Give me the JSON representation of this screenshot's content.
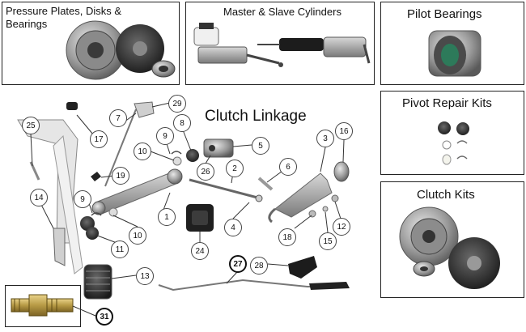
{
  "panels": {
    "pressure_plates": "Pressure Plates, Disks &\nBearings",
    "master_slave": "Master & Slave Cylinders",
    "pilot_bearings": "Pilot Bearings",
    "pivot_repair": "Pivot Repair Kits",
    "clutch_kits": "Clutch Kits"
  },
  "diagram_title": "Clutch Linkage",
  "callouts": {
    "c1": "1",
    "c2": "2",
    "c3": "3",
    "c4": "4",
    "c5": "5",
    "c6": "6",
    "c7": "7",
    "c8": "8",
    "c9a": "9",
    "c9b": "9",
    "c10a": "10",
    "c10b": "10",
    "c11": "11",
    "c12": "12",
    "c13": "13",
    "c14": "14",
    "c15": "15",
    "c16": "16",
    "c17": "17",
    "c18": "18",
    "c19": "19",
    "c24": "24",
    "c25": "25",
    "c26": "26",
    "c27": "27",
    "c28": "28",
    "c29": "29",
    "c31": "31"
  }
}
